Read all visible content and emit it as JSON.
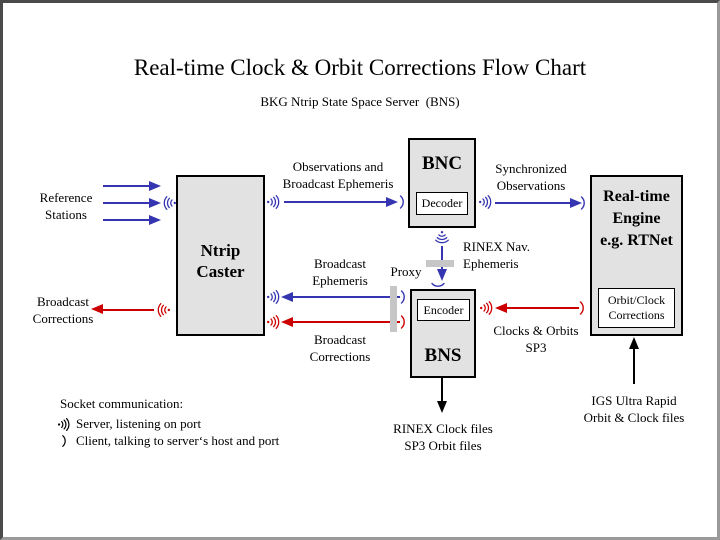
{
  "title": "Real-time Clock & Orbit Corrections Flow Chart",
  "subtitle": "BKG Ntrip State Space Server  (BNS)",
  "colors": {
    "blue": "#3535b2",
    "red": "#cc0000",
    "node_fill": "#e2e2e2",
    "proxy_bar": "#c6c6c6"
  },
  "icons": {
    "server": "socket-server-icon (dot with three radiating arcs)",
    "client": "socket-client-icon (single arc)"
  },
  "nodes": {
    "caster": {
      "line1": "Ntrip",
      "line2": "Caster"
    },
    "bnc": {
      "title": "BNC",
      "sub": "Decoder"
    },
    "bns": {
      "title": "BNS",
      "sub": "Encoder"
    },
    "engine": {
      "line1": "Real-time",
      "line2": "Engine",
      "line3": "e.g. RTNet",
      "sub_line1": "Orbit/Clock",
      "sub_line2": "Corrections"
    }
  },
  "labels": {
    "reference_stations": {
      "line1": "Reference",
      "line2": "Stations"
    },
    "broadcast_corrections_left": {
      "line1": "Broadcast",
      "line2": "Corrections"
    },
    "obs_broadcast_eph": {
      "line1": "Observations and",
      "line2": "Broadcast Ephemeris"
    },
    "synchronized_obs": {
      "line1": "Synchronized",
      "line2": "Observations"
    },
    "rinex_nav": {
      "line1": "RINEX Nav.",
      "line2": "Ephemeris"
    },
    "proxy": "Proxy",
    "broadcast_ephemeris": {
      "line1": "Broadcast",
      "line2": "Ephemeris"
    },
    "broadcast_corrections_mid": {
      "line1": "Broadcast",
      "line2": "Corrections"
    },
    "clocks_orbits": {
      "line1": "Clocks & Orbits",
      "line2": "SP3"
    },
    "rinex_clock_files": {
      "line1": "RINEX Clock files",
      "line2": "SP3 Orbit files"
    },
    "igs_ultra_rapid": {
      "line1": "IGS Ultra Rapid",
      "line2": "Orbit & Clock files"
    }
  },
  "legend": {
    "title": "Socket communication:",
    "server": "Server, listening on port",
    "client": "Client, talking to server‘s host and port"
  }
}
